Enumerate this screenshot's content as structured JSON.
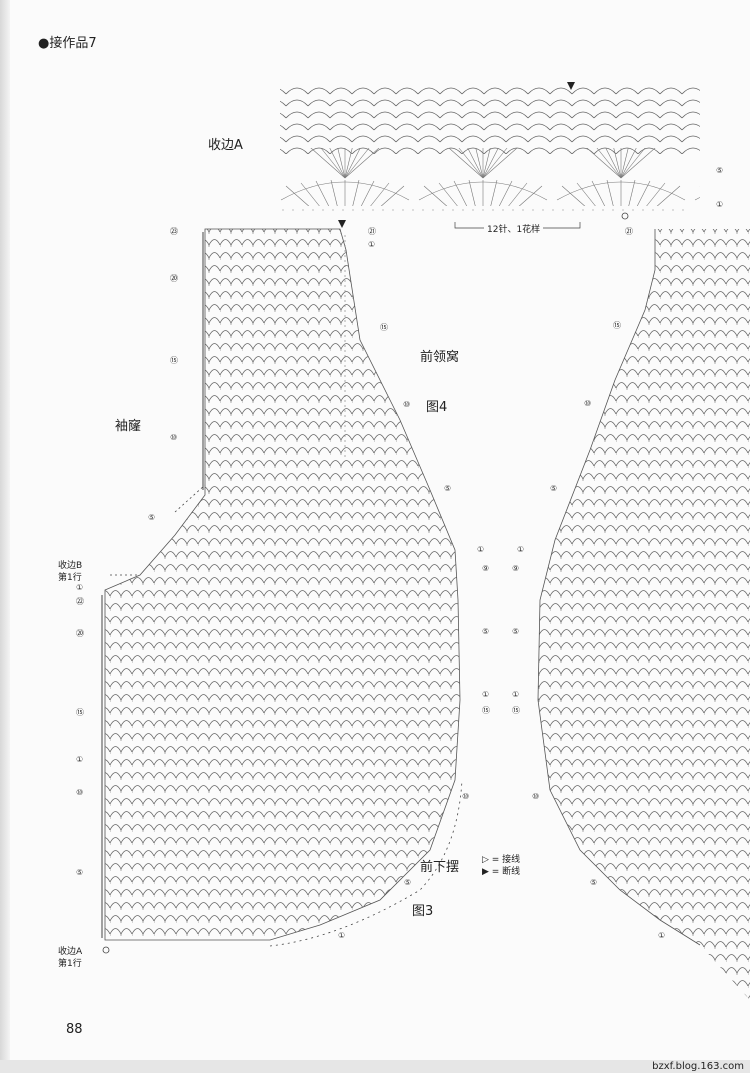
{
  "header": {
    "bullet": "●",
    "title": "接作品7"
  },
  "labels": {
    "edging_a": "收边A",
    "repeat_note": "12针、1花样",
    "front_neck": "前领窝",
    "fig4": "图4",
    "sleeve_hole": "袖窿",
    "edging_b": "收边B",
    "row1": "第1行",
    "front_hem": "前下摆",
    "fig3": "图3",
    "edging_a_bottom": "收边A",
    "row1_bottom": "第1行",
    "legend_join": "▷ = 接线",
    "legend_cut": "▶ = 断线"
  },
  "row_numbers": {
    "left_piece_left": [
      "㉓",
      "⑳",
      "⑮",
      "⑩",
      "⑤"
    ],
    "left_piece_lower_left": [
      "①",
      "㉒",
      "⑳",
      "⑮",
      "①",
      "⑩",
      "⑤"
    ],
    "right_of_left_piece": [
      "㉑",
      "①",
      "⑮",
      "⑩",
      "⑤",
      "①",
      "⑨",
      "⑤",
      "①",
      "⑮",
      "⑩",
      "⑤",
      "①"
    ],
    "right_piece": [
      "㉑",
      "⑮",
      "⑩",
      "⑤",
      "①",
      "⑨",
      "⑤",
      "①",
      "⑮",
      "⑩",
      "⑤",
      "①"
    ],
    "edging_a_rows": [
      "⑤",
      "①"
    ]
  },
  "page_number": "88",
  "footer_url": "bzxf.blog.163.com"
}
